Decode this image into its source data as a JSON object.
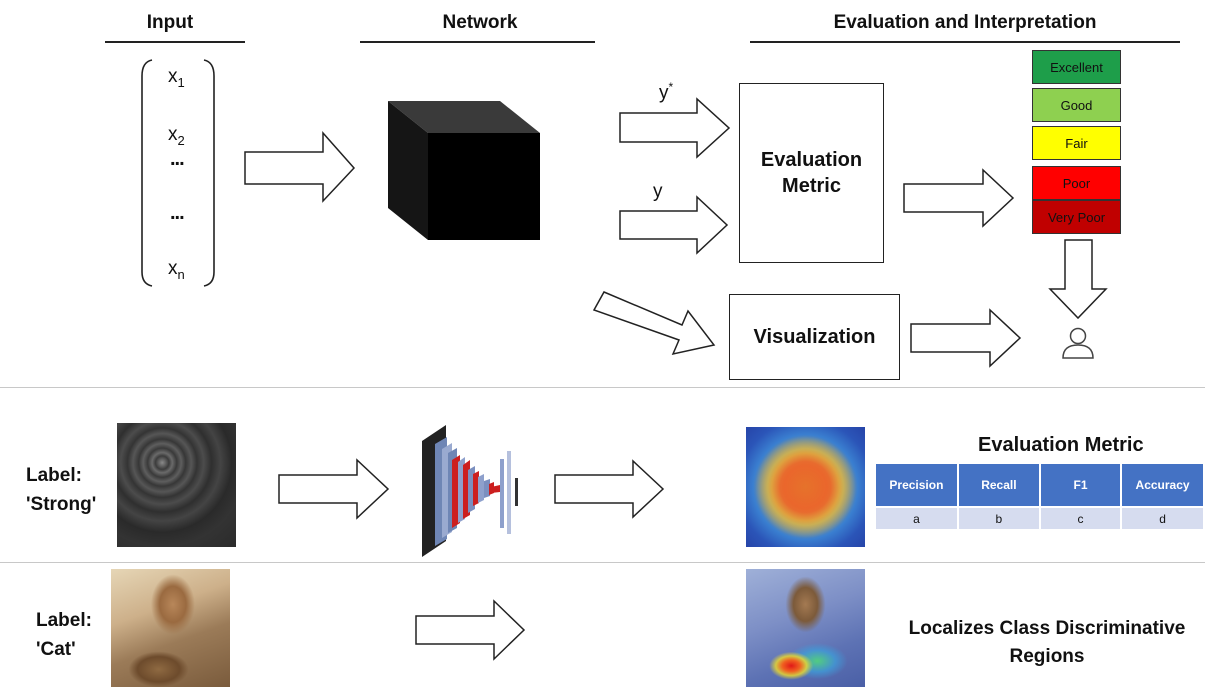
{
  "headers": {
    "input": "Input",
    "network": "Network",
    "evaluation": "Evaluation and Interpretation"
  },
  "vector": {
    "x1": "x",
    "x1_sub": "1",
    "x2": "x",
    "x2_sub": "2",
    "dots1": "...",
    "dots2": "...",
    "xn": "x",
    "xn_sub": "n"
  },
  "outputs": {
    "ystar": "y",
    "ystar_sup": "*",
    "y": "y"
  },
  "boxes": {
    "evaluation_metric_line1": "Evaluation",
    "evaluation_metric_line2": "Metric",
    "visualization": "Visualization"
  },
  "ratings": [
    {
      "label": "Excellent",
      "color": "#1e9e4a"
    },
    {
      "label": "Good",
      "color": "#8ed050"
    },
    {
      "label": "Fair",
      "color": "#ffff00"
    },
    {
      "label": "Poor",
      "color": "#ff0000"
    },
    {
      "label": "Very Poor",
      "color": "#c00000"
    }
  ],
  "row2": {
    "label_line1": "Label:",
    "label_line2": "'Strong'",
    "metric_title": "Evaluation Metric",
    "table": {
      "headers": [
        "Precision",
        "Recall",
        "F1",
        "Accuracy"
      ],
      "values": [
        "a",
        "b",
        "c",
        "d"
      ]
    }
  },
  "row3": {
    "label_line1": "Label:",
    "label_line2": "'Cat'",
    "caption_line1": "Localizes Class Discriminative",
    "caption_line2": "Regions"
  },
  "icons": {
    "user": "user-icon",
    "cube": "network-cube-icon",
    "cnn": "cnn-architecture-icon"
  },
  "colors": {
    "table_header": "#4472c4",
    "table_cell": "#d6dcef",
    "arrow_stroke": "#222222"
  }
}
